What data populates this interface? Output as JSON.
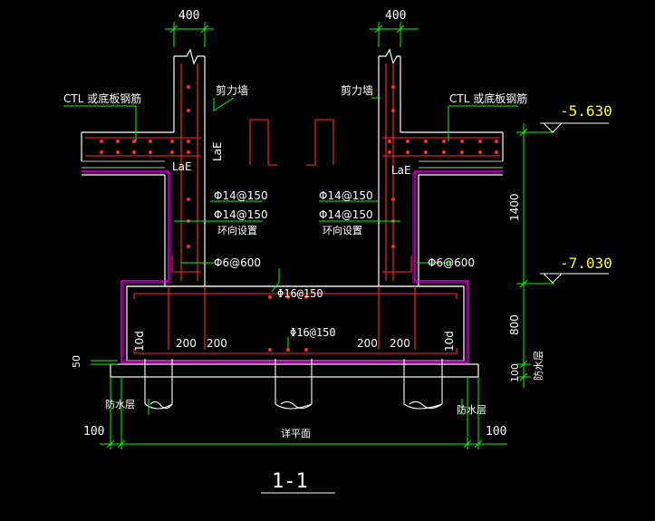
{
  "dimensions": {
    "wall_width_left": "400",
    "wall_width_right": "400",
    "slab_depth": "1400",
    "base_depth": "800",
    "cushion_depth": "100",
    "edge_left": "100",
    "edge_right": "100",
    "cushion_edge": "50"
  },
  "elevations": {
    "top": "-5.630",
    "bottom": "-7.030"
  },
  "labels": {
    "ctl_left": "CTL 或底板钢筋",
    "ctl_right": "CTL 或底板钢筋",
    "shear_wall_left": "剪力墙",
    "shear_wall_right": "剪力墙",
    "lae_1": "LaE",
    "lae_2": "LaE",
    "lae_3": "LaE",
    "rebar_l1": "Φ14@150",
    "rebar_l2": "Φ14@150",
    "ring_l": "环向设置",
    "rebar_r1": "Φ14@150",
    "rebar_r2": "Φ14@150",
    "ring_r": "环向设置",
    "stirrup_l": "Φ6@600",
    "stirrup_r": "Φ6@600",
    "top_bar": "Φ16@150",
    "bottom_bar": "Φ16@150",
    "d10_left": "10d",
    "d10_right": "10d",
    "d200_1": "200",
    "d200_2": "200",
    "d200_3": "200",
    "d200_4": "200",
    "waterproof_left": "防水层",
    "waterproof_right": "防水层",
    "waterproof_side": "防水层",
    "plan_ref": "详平面",
    "section_title": "1-1"
  },
  "colors": {
    "background": "#000000",
    "line": "#ffffff",
    "dim": "#00ff00",
    "rebar": "#ff2a2a",
    "waterproof": "#ff00ff",
    "elevation": "#ffff00",
    "note": "#ffffff"
  }
}
